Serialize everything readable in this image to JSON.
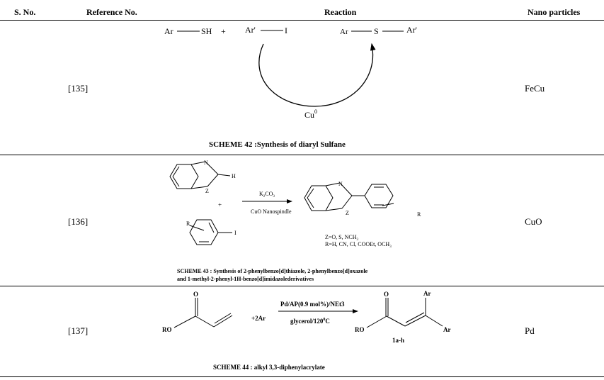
{
  "table": {
    "headers": [
      "S. No.",
      "Reference No.",
      "Reaction",
      "Nano particles"
    ],
    "rows": [
      {
        "reference": "[135]",
        "nanoparticles": "FeCu",
        "scheme": {
          "reactant1": "Ar",
          "reactant1_group": "SH",
          "plus": "+",
          "reactant2": "Ar'",
          "reactant2_group": "I",
          "product_left": "Ar",
          "product_mid": "S",
          "product_right": "Ar'",
          "catalyst": "Cu",
          "catalyst_sup": "0",
          "caption_label": "SCHEME 42 :",
          "caption_text": "Synthesis of diaryl Sulfane"
        }
      },
      {
        "reference": "[136]",
        "nanoparticles": "CuO",
        "scheme": {
          "atom_n": "N",
          "atom_z": "Z",
          "atom_h": "H",
          "atom_r": "R",
          "atom_i": "I",
          "plus": "+",
          "reagent_k": "K",
          "reagent_k_sub": "2",
          "reagent_co": "CO",
          "reagent_co_sub": "3",
          "condition": "CuO Nanospindle",
          "z_values": "Z=O, S, NCH",
          "z_sub": "3",
          "r_values": "R=H, CN, Cl, COOEt, OCH",
          "r_sub": "3",
          "caption_line1": "SCHEME 43 : Synthesis of 2-phenylbenzo[d]thiazole, 2-phenylbenzo[d]oxazole",
          "caption_line2": "and 1-methyl-2-phenyl-1H-benzo[d]imidazolederivatives"
        }
      },
      {
        "reference": "[137]",
        "nanoparticles": "Pd",
        "scheme": {
          "atom_o": "O",
          "atom_ro": "RO",
          "reagent": "+2Ar",
          "condition_top": "Pd/AP(0.9 mol%)/NEt3",
          "condition_bottom": "glycerol/120",
          "condition_sup": "0",
          "condition_unit": "C",
          "product_ar": "Ar",
          "product_label": "1a-h",
          "caption": "SCHEME 44 : alkyl 3,3-diphenylacrylate"
        }
      }
    ]
  }
}
